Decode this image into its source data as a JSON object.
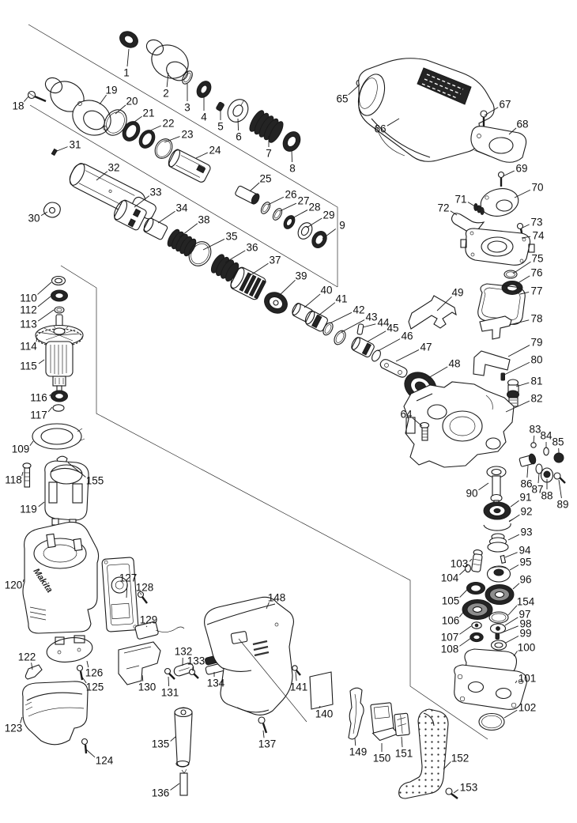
{
  "diagram": {
    "brand": "Makita",
    "colors": {
      "ink": "#1a1a1a",
      "paper": "#ffffff"
    },
    "labels": [
      [
        1,
        160,
        92,
        163,
        62
      ],
      [
        2,
        210,
        118,
        213,
        92
      ],
      [
        3,
        237,
        136,
        237,
        106
      ],
      [
        4,
        258,
        148,
        258,
        122
      ],
      [
        5,
        279,
        160,
        279,
        138
      ],
      [
        6,
        302,
        173,
        301,
        150
      ],
      [
        7,
        340,
        194,
        340,
        172
      ],
      [
        8,
        370,
        213,
        369,
        190
      ],
      [
        9,
        433,
        285,
        408,
        302
      ],
      [
        18,
        23,
        134,
        36,
        122
      ],
      [
        19,
        141,
        114,
        126,
        132
      ],
      [
        20,
        167,
        128,
        146,
        144
      ],
      [
        21,
        188,
        143,
        166,
        157
      ],
      [
        22,
        213,
        156,
        186,
        167
      ],
      [
        23,
        237,
        170,
        208,
        180
      ],
      [
        24,
        272,
        190,
        248,
        200
      ],
      [
        25,
        336,
        226,
        316,
        242
      ],
      [
        26,
        368,
        246,
        339,
        259
      ],
      [
        27,
        384,
        254,
        354,
        267
      ],
      [
        28,
        398,
        262,
        368,
        277
      ],
      [
        29,
        416,
        272,
        388,
        288
      ],
      [
        30,
        43,
        276,
        60,
        268
      ],
      [
        31,
        95,
        183,
        72,
        191
      ],
      [
        32,
        144,
        212,
        122,
        228
      ],
      [
        33,
        197,
        243,
        170,
        262
      ],
      [
        34,
        230,
        263,
        200,
        282
      ],
      [
        38,
        258,
        278,
        227,
        300
      ],
      [
        35,
        293,
        299,
        257,
        316
      ],
      [
        36,
        319,
        313,
        285,
        332
      ],
      [
        37,
        348,
        329,
        317,
        348
      ],
      [
        39,
        381,
        349,
        352,
        375
      ],
      [
        40,
        413,
        367,
        385,
        389
      ],
      [
        41,
        432,
        378,
        403,
        399
      ],
      [
        42,
        454,
        392,
        417,
        409
      ],
      [
        43,
        470,
        401,
        432,
        420
      ],
      [
        44,
        485,
        408,
        459,
        414
      ],
      [
        45,
        497,
        415,
        465,
        432
      ],
      [
        46,
        515,
        425,
        478,
        444
      ],
      [
        47,
        539,
        439,
        501,
        457
      ],
      [
        48,
        575,
        460,
        542,
        478
      ],
      [
        49,
        579,
        370,
        553,
        393
      ],
      [
        64,
        514,
        524,
        534,
        539
      ],
      [
        65,
        433,
        125,
        455,
        107
      ],
      [
        66,
        481,
        163,
        505,
        150
      ],
      [
        67,
        639,
        132,
        613,
        146
      ],
      [
        68,
        661,
        157,
        644,
        170
      ],
      [
        69,
        660,
        213,
        636,
        223
      ],
      [
        70,
        680,
        237,
        651,
        250
      ],
      [
        71,
        583,
        252,
        601,
        261
      ],
      [
        72,
        561,
        263,
        578,
        272
      ],
      [
        73,
        679,
        281,
        661,
        288
      ],
      [
        74,
        681,
        298,
        660,
        301
      ],
      [
        75,
        680,
        327,
        649,
        346
      ],
      [
        76,
        679,
        345,
        652,
        360
      ],
      [
        77,
        679,
        368,
        658,
        372
      ],
      [
        78,
        679,
        403,
        644,
        411
      ],
      [
        79,
        679,
        433,
        643,
        451
      ],
      [
        80,
        679,
        455,
        638,
        474
      ],
      [
        81,
        679,
        482,
        653,
        489
      ],
      [
        82,
        679,
        504,
        640,
        521
      ],
      [
        83,
        677,
        543,
        675,
        560
      ],
      [
        84,
        691,
        551,
        691,
        566
      ],
      [
        85,
        706,
        559,
        707,
        573
      ],
      [
        86,
        666,
        612,
        668,
        589
      ],
      [
        87,
        680,
        619,
        682,
        599
      ],
      [
        88,
        692,
        627,
        692,
        606
      ],
      [
        89,
        712,
        638,
        707,
        607
      ],
      [
        90,
        597,
        624,
        618,
        611
      ],
      [
        91,
        665,
        629,
        646,
        641
      ],
      [
        92,
        666,
        647,
        644,
        660
      ],
      [
        93,
        666,
        673,
        643,
        683
      ],
      [
        94,
        664,
        696,
        639,
        705
      ],
      [
        95,
        665,
        711,
        645,
        721
      ],
      [
        96,
        665,
        733,
        649,
        745
      ],
      [
        154,
        665,
        761,
        643,
        778
      ],
      [
        97,
        664,
        777,
        639,
        791
      ],
      [
        98,
        665,
        789,
        633,
        801
      ],
      [
        99,
        665,
        801,
        640,
        813
      ],
      [
        100,
        666,
        819,
        650,
        830
      ],
      [
        101,
        667,
        858,
        652,
        864
      ],
      [
        102,
        667,
        895,
        638,
        908
      ],
      [
        103,
        581,
        713,
        597,
        707
      ],
      [
        104,
        569,
        731,
        589,
        720
      ],
      [
        105,
        570,
        760,
        591,
        746
      ],
      [
        106,
        570,
        785,
        588,
        772
      ],
      [
        107,
        569,
        806,
        596,
        792
      ],
      [
        108,
        569,
        821,
        596,
        807
      ],
      [
        109,
        26,
        568,
        42,
        558
      ],
      [
        110,
        36,
        377,
        65,
        357
      ],
      [
        112,
        36,
        392,
        64,
        375
      ],
      [
        113,
        36,
        410,
        68,
        392
      ],
      [
        114,
        36,
        438,
        47,
        427
      ],
      [
        115,
        36,
        463,
        56,
        455
      ],
      [
        116,
        49,
        503,
        64,
        499
      ],
      [
        117,
        49,
        525,
        66,
        515
      ],
      [
        155,
        120,
        608,
        86,
        585
      ],
      [
        118,
        17,
        607,
        29,
        597
      ],
      [
        119,
        36,
        644,
        56,
        635
      ],
      [
        120,
        17,
        740,
        30,
        733
      ],
      [
        122,
        34,
        831,
        41,
        847
      ],
      [
        123,
        17,
        921,
        28,
        907
      ],
      [
        124,
        132,
        962,
        109,
        948
      ],
      [
        125,
        120,
        869,
        103,
        855
      ],
      [
        126,
        119,
        851,
        110,
        836
      ],
      [
        127,
        162,
        731,
        160,
        756
      ],
      [
        128,
        183,
        743,
        179,
        752
      ],
      [
        129,
        188,
        784,
        186,
        793
      ],
      [
        130,
        186,
        869,
        180,
        854
      ],
      [
        131,
        215,
        876,
        213,
        856
      ],
      [
        132,
        232,
        824,
        231,
        842
      ],
      [
        133,
        248,
        836,
        244,
        849
      ],
      [
        134,
        273,
        864,
        271,
        850
      ],
      [
        135,
        203,
        941,
        222,
        932
      ],
      [
        136,
        203,
        1003,
        227,
        991
      ],
      [
        137,
        338,
        941,
        333,
        924
      ],
      [
        140,
        410,
        903,
        405,
        893
      ],
      [
        141,
        378,
        869,
        374,
        850
      ],
      [
        148,
        350,
        756,
        337,
        770
      ],
      [
        149,
        453,
        951,
        449,
        934
      ],
      [
        150,
        483,
        959,
        483,
        940
      ],
      [
        151,
        511,
        953,
        508,
        932
      ],
      [
        152,
        582,
        959,
        561,
        973
      ],
      [
        153,
        593,
        996,
        574,
        1003
      ]
    ]
  }
}
